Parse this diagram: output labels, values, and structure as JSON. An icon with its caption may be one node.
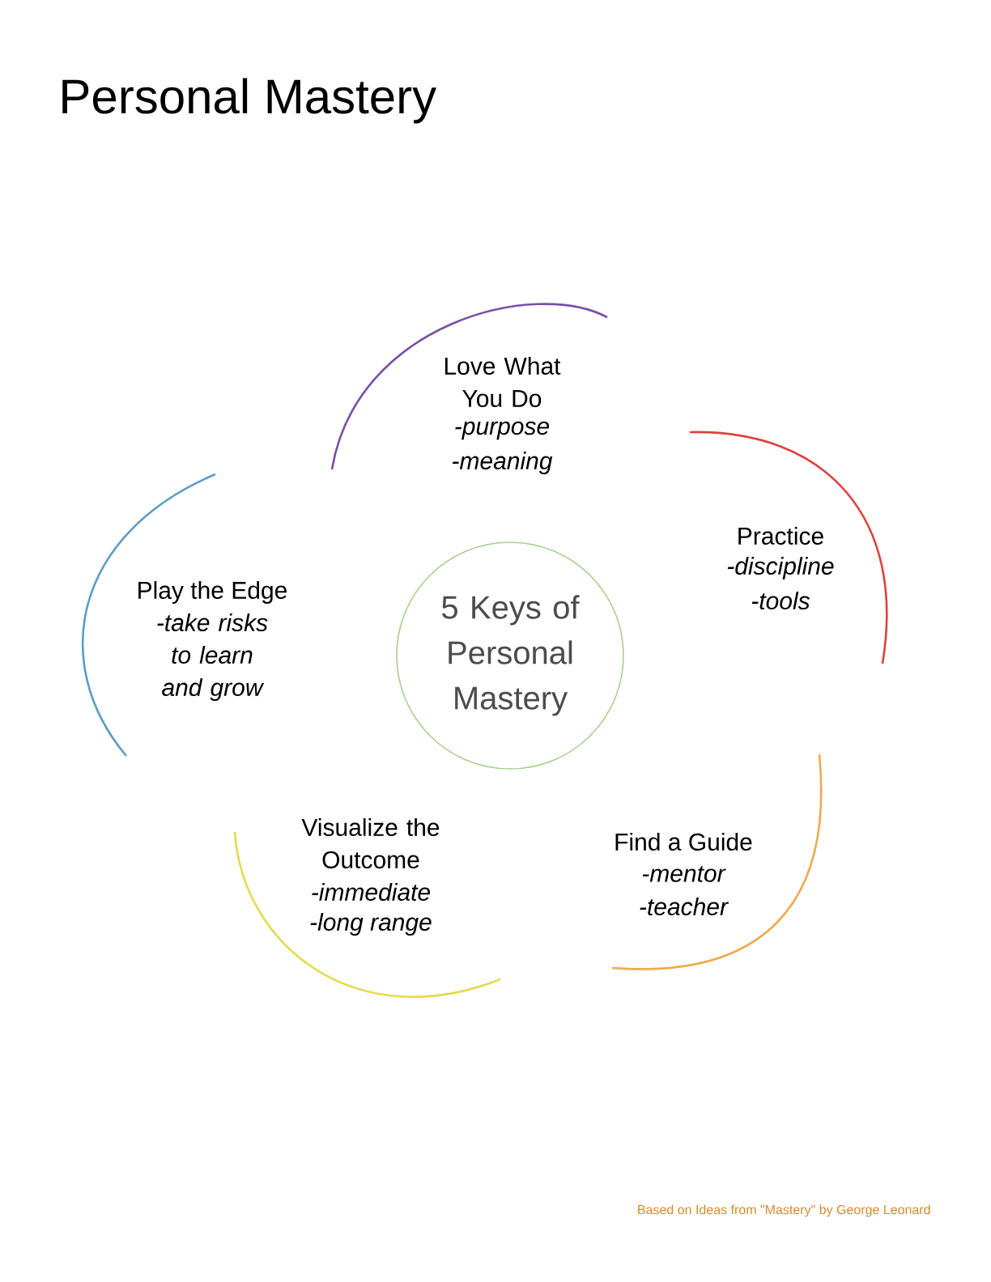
{
  "diagram": {
    "title": "Personal Mastery",
    "nodes": [
      {
        "text": [
          "5 Keys of Personal Mastery"
        ]
      }
    ],
    "labels": [
      "Love What You Do",
      "-purpose",
      "-meaning",
      "Practice",
      "-discipline",
      "-tools",
      "Play the Edge",
      "-take risks to learn and grow",
      "Visualize the Outcome",
      "-immediate",
      "-long range",
      "Find a Guide",
      "-mentor",
      "-teacher",
      "Based on Ideas from \"Mastery\" by George Leonard"
    ]
  }
}
